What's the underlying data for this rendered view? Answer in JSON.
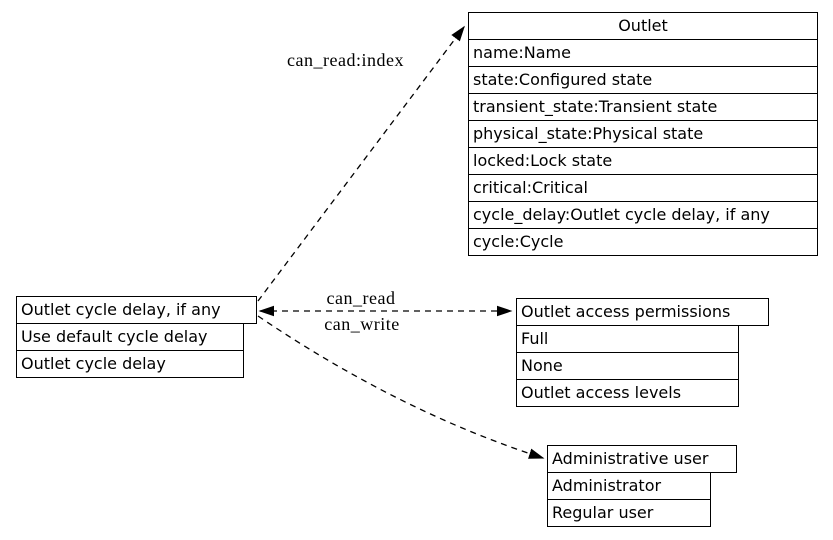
{
  "diagram": {
    "background_color": "#ffffff",
    "line_color": "#000000",
    "text_color": "#000000",
    "nodes": {
      "outlet": {
        "title": "Outlet",
        "fields": [
          "name:Name",
          "state:Configured state",
          "transient_state:Transient state",
          "physical_state:Physical state",
          "locked:Lock state",
          "critical:Critical",
          "cycle_delay:Outlet cycle delay, if any",
          "cycle:Cycle"
        ]
      },
      "outlet_cycle_delay": {
        "title": "Outlet cycle delay, if any",
        "fields": [
          "Use default cycle delay",
          "Outlet cycle delay"
        ]
      },
      "outlet_access_permissions": {
        "title": "Outlet access permissions",
        "fields": [
          "Full",
          "None",
          "Outlet access levels"
        ]
      },
      "administrative_user": {
        "title": "Administrative user",
        "fields": [
          "Administrator",
          "Regular user"
        ]
      }
    },
    "edges": [
      {
        "label": "can_read:index",
        "from": "outlet_cycle_delay",
        "to": "outlet",
        "style": "dashed",
        "arrows": "to"
      },
      {
        "label": "can_read",
        "from": "outlet_cycle_delay",
        "to": "outlet_access_permissions",
        "style": "dashed",
        "arrows": "both"
      },
      {
        "label": "can_write",
        "from": "outlet_access_permissions",
        "to": "outlet_cycle_delay",
        "style": "dashed",
        "arrows": "both"
      }
    ]
  }
}
